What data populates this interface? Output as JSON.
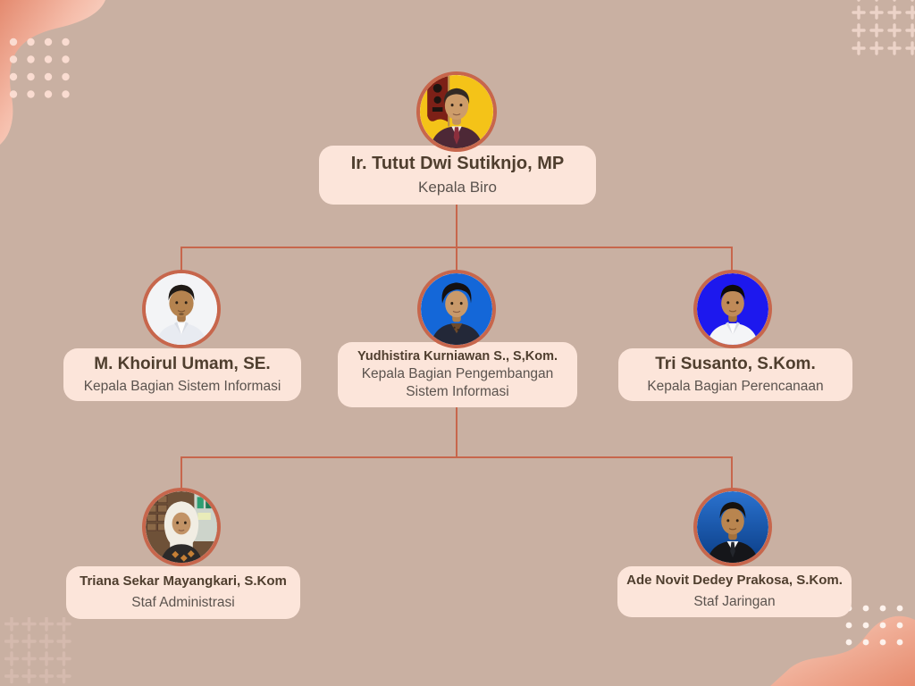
{
  "org": {
    "members": [
      {
        "id": "kepala-biro",
        "name": "Ir. Tutut Dwi Sutiknjo, MP",
        "title": "Kepala Biro",
        "photo": "older man in dark maroon suit and tie, yellow backdrop with dark red flag",
        "reports_to": null
      },
      {
        "id": "kabag-sistem-informasi",
        "name": "M. Khoirul Umam, SE.",
        "title": "Kepala Bagian Sistem Informasi",
        "photo": "man in white shirt, plain light backdrop",
        "reports_to": "kepala-biro"
      },
      {
        "id": "kabag-pengembangan-sistem-informasi",
        "name": "Yudhistira Kurniawan S., S,Kom.",
        "title": "Kepala Bagian Pengembangan Sistem Informasi",
        "photo": "young man with thick hair, dark jacket over batik shirt, blue backdrop",
        "reports_to": "kepala-biro"
      },
      {
        "id": "kabag-perencanaan",
        "name": "Tri Susanto, S.Kom.",
        "title": "Kepala Bagian Perencanaan",
        "photo": "man in white shirt, bright blue backdrop",
        "reports_to": "kepala-biro"
      },
      {
        "id": "staf-administrasi",
        "name": "Triana Sekar Mayangkari, S.Kom",
        "title": "Staf Administrasi",
        "photo": "woman in white hijab and dark batik top, office shelf backdrop",
        "reports_to": "kabag-pengembangan-sistem-informasi"
      },
      {
        "id": "staf-jaringan",
        "name": "Ade Novit Dedey Prakosa, S.Kom.",
        "title": "Staf Jaringan",
        "photo": "man in black suit, white shirt and tie, blue backdrop",
        "reports_to": "kabag-pengembangan-sistem-informasi"
      }
    ],
    "structure": {
      "root": "kepala-biro",
      "edges": [
        [
          "kepala-biro",
          "kabag-sistem-informasi"
        ],
        [
          "kepala-biro",
          "kabag-pengembangan-sistem-informasi"
        ],
        [
          "kepala-biro",
          "kabag-perencanaan"
        ],
        [
          "kabag-pengembangan-sistem-informasi",
          "staf-administrasi"
        ],
        [
          "kabag-pengembangan-sistem-informasi",
          "staf-jaringan"
        ]
      ]
    }
  },
  "colors": {
    "background": "#c9b0a2",
    "card_background": "#fce5da",
    "connector_and_ring": "#c7664c",
    "name_text": "#4f3e2e",
    "title_text": "#5b534e",
    "blob_gradient_dark": "#e48a6f",
    "blob_gradient_light": "#fbe2d6"
  },
  "decor": {
    "top_left": [
      "corner-blob",
      "dots-grid"
    ],
    "top_right": [
      "plus-grid"
    ],
    "bottom_left": [
      "plus-grid"
    ],
    "bottom_right": [
      "corner-blob",
      "dots-grid"
    ]
  }
}
